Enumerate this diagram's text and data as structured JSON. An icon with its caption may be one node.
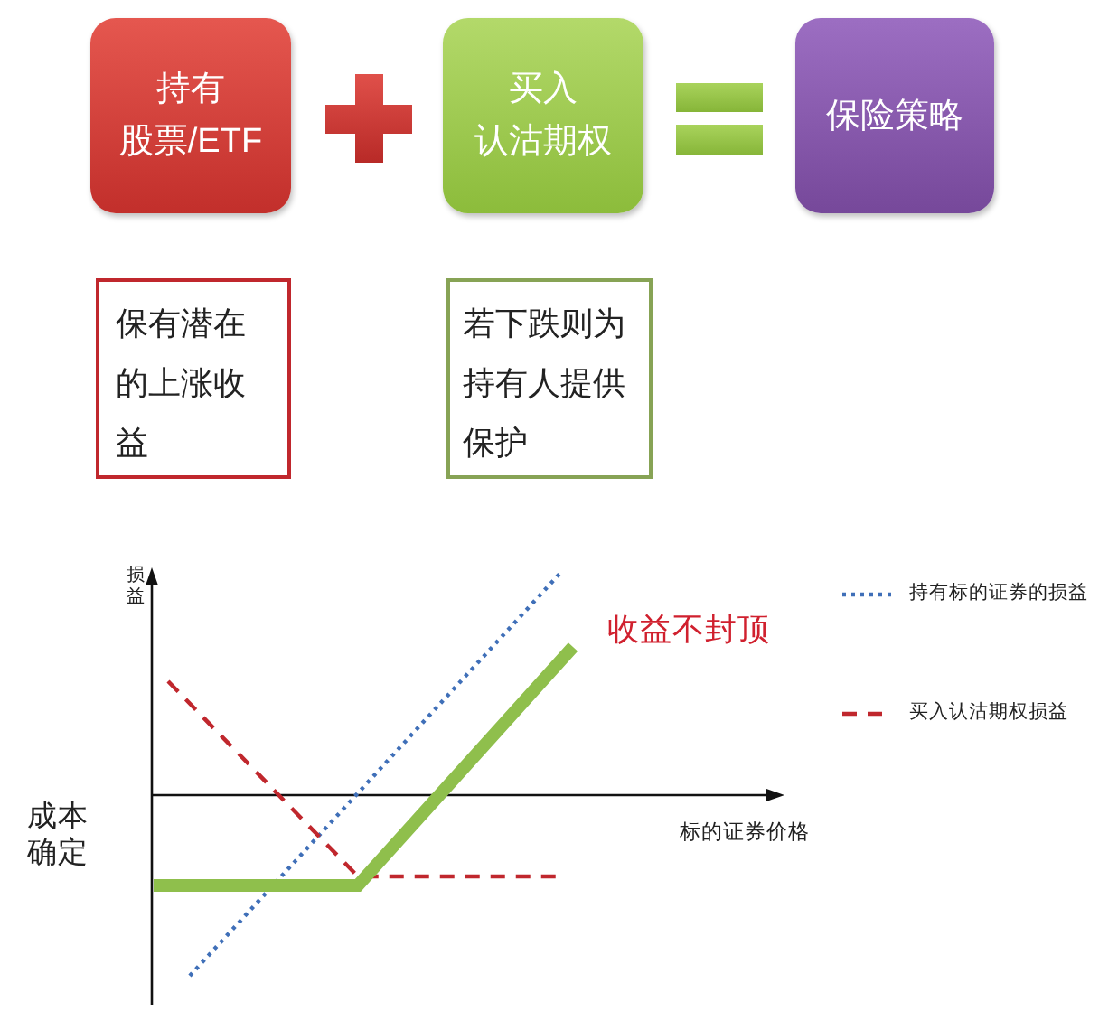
{
  "diagram": {
    "nodes": [
      {
        "text": [
          "持有股票/ETF"
        ]
      },
      {
        "text": [
          "买入认沽期权"
        ]
      },
      {
        "text": [
          "保险策略"
        ]
      },
      {
        "text": [
          "保有潜在的上涨收益"
        ]
      },
      {
        "text": [
          "若下跌则为持有人提供保护"
        ]
      }
    ],
    "labels": [
      "损益",
      "收益不封顶",
      "成本确定",
      "标的证券价格"
    ],
    "legend": [
      {
        "text": "持有标的证券的损益"
      },
      {
        "text": "买入认沽期权损益"
      }
    ]
  }
}
